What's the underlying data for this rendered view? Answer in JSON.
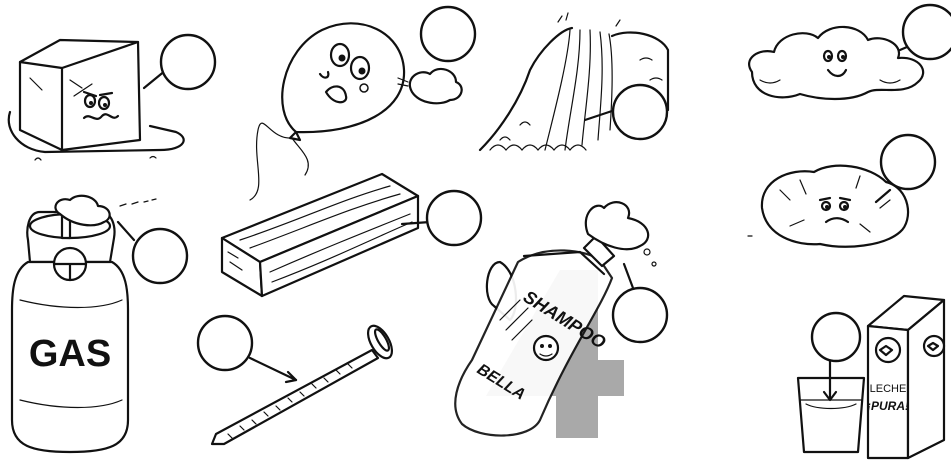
{
  "gas_tank": {
    "label": "GAS"
  },
  "shampoo": {
    "brand_top": "SHAMPOO",
    "brand_bottom": "BELLA"
  },
  "milk_carton": {
    "line1": "LECHE",
    "line2": "¡PURA!"
  }
}
